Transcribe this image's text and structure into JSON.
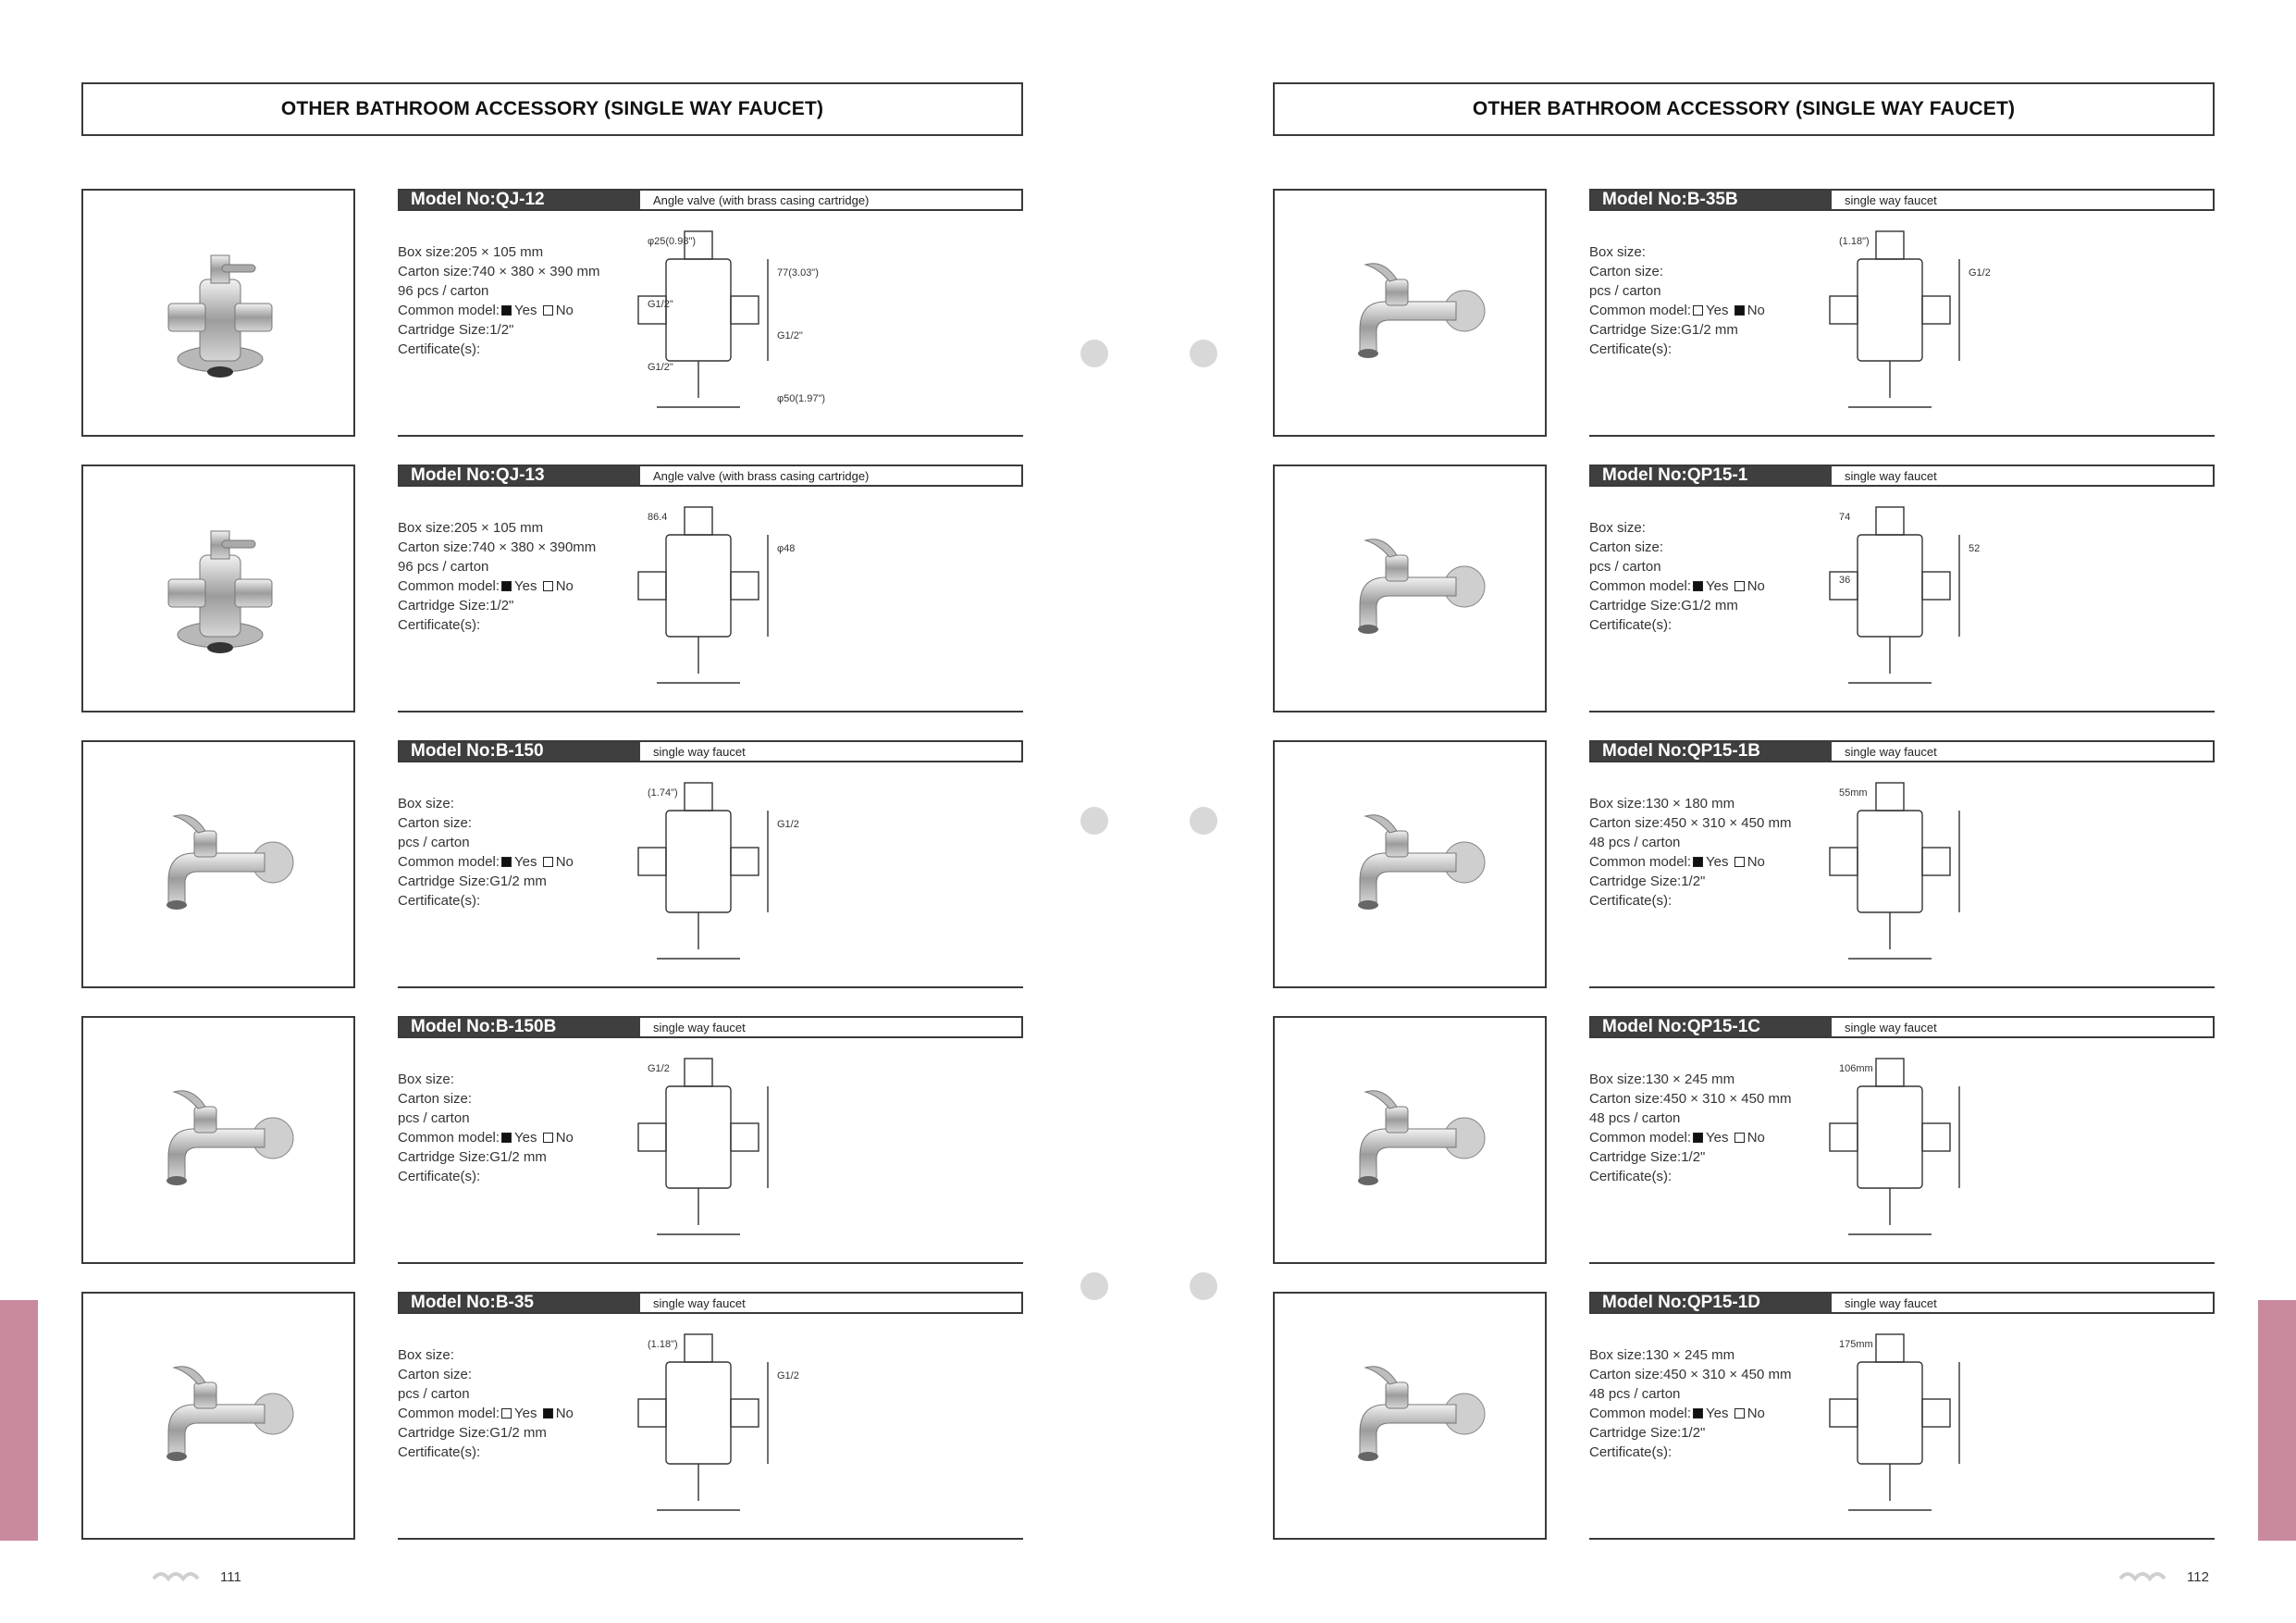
{
  "pages": [
    {
      "header": "OTHER BATHROOM ACCESSORY (SINGLE WAY FAUCET)",
      "page_number": "111",
      "products": [
        {
          "model": "Model No:QJ-12",
          "description": "Angle valve (with brass casing cartridge)",
          "box": "Box size:205 × 105 mm",
          "carton": "Carton size:740 × 380 × 390 mm",
          "pcs": "96 pcs / carton",
          "common_label": "Common model:",
          "yes_label": "Yes",
          "no_label": "No",
          "common_yes": true,
          "cartridge": "Cartridge Size:1/2\"",
          "certificate": "Certificate(s):",
          "drawing_labels": [
            "φ25(0.98\")",
            "77(3.03\")",
            "G1/2\"",
            "G1/2\"",
            "G1/2\"",
            "φ50(1.97\")"
          ]
        },
        {
          "model": "Model No:QJ-13",
          "description": "Angle valve (with brass casing cartridge)",
          "box": "Box size:205 × 105 mm",
          "carton": "Carton size:740 × 380 × 390mm",
          "pcs": "96 pcs / carton",
          "common_label": "Common model:",
          "yes_label": "Yes",
          "no_label": "No",
          "common_yes": true,
          "cartridge": "Cartridge Size:1/2\"",
          "certificate": "Certificate(s):",
          "drawing_labels": [
            "86.4",
            "φ48"
          ]
        },
        {
          "model": "Model No:B-150",
          "description": "single way faucet",
          "box": "Box size:",
          "carton": "Carton size:",
          "pcs": "pcs / carton",
          "common_label": "Common model:",
          "yes_label": "Yes",
          "no_label": "No",
          "common_yes": true,
          "cartridge": "Cartridge Size:G1/2 mm",
          "certificate": "Certificate(s):",
          "drawing_labels": [
            "(1.74\")",
            "G1/2"
          ]
        },
        {
          "model": "Model No:B-150B",
          "description": "single way faucet",
          "box": "Box size:",
          "carton": "Carton size:",
          "pcs": "pcs / carton",
          "common_label": "Common model:",
          "yes_label": "Yes",
          "no_label": "No",
          "common_yes": true,
          "cartridge": "Cartridge Size:G1/2 mm",
          "certificate": "Certificate(s):",
          "drawing_labels": [
            "G1/2"
          ]
        },
        {
          "model": "Model No:B-35",
          "description": "single way faucet",
          "box": "Box size:",
          "carton": "Carton size:",
          "pcs": "pcs / carton",
          "common_label": "Common model:",
          "yes_label": "Yes",
          "no_label": "No",
          "common_yes": false,
          "cartridge": "Cartridge Size:G1/2 mm",
          "certificate": "Certificate(s):",
          "drawing_labels": [
            "(1.18\")",
            "G1/2"
          ]
        }
      ]
    },
    {
      "header": "OTHER BATHROOM ACCESSORY (SINGLE WAY FAUCET)",
      "page_number": "112",
      "products": [
        {
          "model": "Model No:B-35B",
          "description": "single way faucet",
          "box": "Box size:",
          "carton": "Carton size:",
          "pcs": "pcs / carton",
          "common_label": "Common model:",
          "yes_label": "Yes",
          "no_label": "No",
          "common_yes": false,
          "cartridge": "Cartridge Size:G1/2 mm",
          "certificate": "Certificate(s):",
          "drawing_labels": [
            "(1.18\")",
            "G1/2"
          ]
        },
        {
          "model": "Model No:QP15-1",
          "description": "single way faucet",
          "box": "Box size:",
          "carton": "Carton size:",
          "pcs": "pcs / carton",
          "common_label": "Common model:",
          "yes_label": "Yes",
          "no_label": "No",
          "common_yes": true,
          "cartridge": "Cartridge Size:G1/2 mm",
          "certificate": "Certificate(s):",
          "drawing_labels": [
            "74",
            "52",
            "36"
          ]
        },
        {
          "model": "Model No:QP15-1B",
          "description": "single way faucet",
          "box": "Box size:130 × 180 mm",
          "carton": "Carton size:450 × 310 × 450 mm",
          "pcs": "48 pcs / carton",
          "common_label": "Common model:",
          "yes_label": "Yes",
          "no_label": "No",
          "common_yes": true,
          "cartridge": "Cartridge Size:1/2\"",
          "certificate": "Certificate(s):",
          "drawing_labels": [
            "55mm"
          ]
        },
        {
          "model": "Model No:QP15-1C",
          "description": "single way faucet",
          "box": "Box size:130 × 245 mm",
          "carton": "Carton size:450 × 310 × 450 mm",
          "pcs": "48 pcs / carton",
          "common_label": "Common model:",
          "yes_label": "Yes",
          "no_label": "No",
          "common_yes": true,
          "cartridge": "Cartridge Size:1/2\"",
          "certificate": "Certificate(s):",
          "drawing_labels": [
            "106mm"
          ]
        },
        {
          "model": "Model No:QP15-1D",
          "description": "single way faucet",
          "box": "Box size:130 × 245 mm",
          "carton": "Carton size:450 × 310 × 450 mm",
          "pcs": "48 pcs / carton",
          "common_label": "Common model:",
          "yes_label": "Yes",
          "no_label": "No",
          "common_yes": true,
          "cartridge": "Cartridge Size:1/2\"",
          "certificate": "Certificate(s):",
          "drawing_labels": [
            "175mm"
          ]
        }
      ]
    }
  ],
  "colors": {
    "side_tab": "#c88a9c",
    "model_bar": "#3f3f3f",
    "punch_hole": "#d8d8d8"
  }
}
